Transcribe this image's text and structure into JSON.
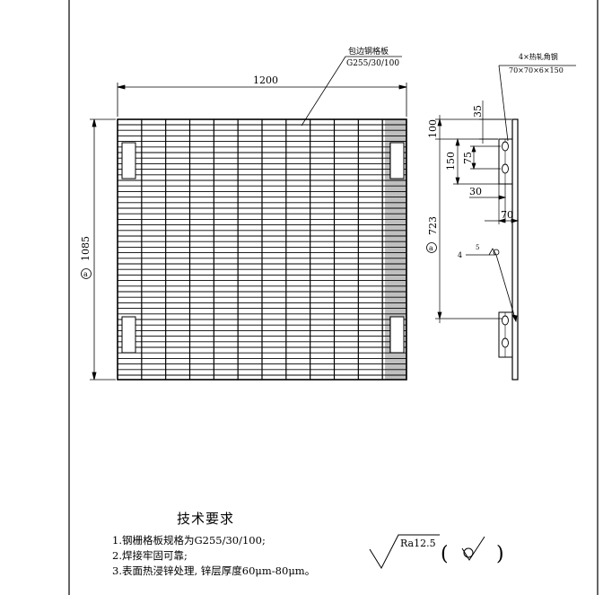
{
  "grating": {
    "callout_name": "包边钢格板",
    "callout_spec": "G255/30/100",
    "width_dim": "1200",
    "height_dim": "1085",
    "detail_mark": "a"
  },
  "angle_detail": {
    "callout_name": "4×热轧角钢",
    "callout_spec": "70×70×6×150",
    "dims": {
      "d35": "35",
      "d100": "100",
      "d150": "150",
      "d75": "75",
      "d30": "30",
      "d70": "70",
      "d723": "723"
    },
    "detail_mark": "a",
    "weld_size": "4",
    "weld_length": "5"
  },
  "requirements": {
    "title": "技术要求",
    "items": [
      "1.钢栅格板规格为G255/30/100;",
      "2.焊接牢固可靠;",
      "3.表面热浸锌处理, 锌层厚度60μm-80μm。"
    ]
  },
  "roughness": {
    "value": "Ra12.5",
    "open_paren": "(",
    "close_paren": ")"
  }
}
